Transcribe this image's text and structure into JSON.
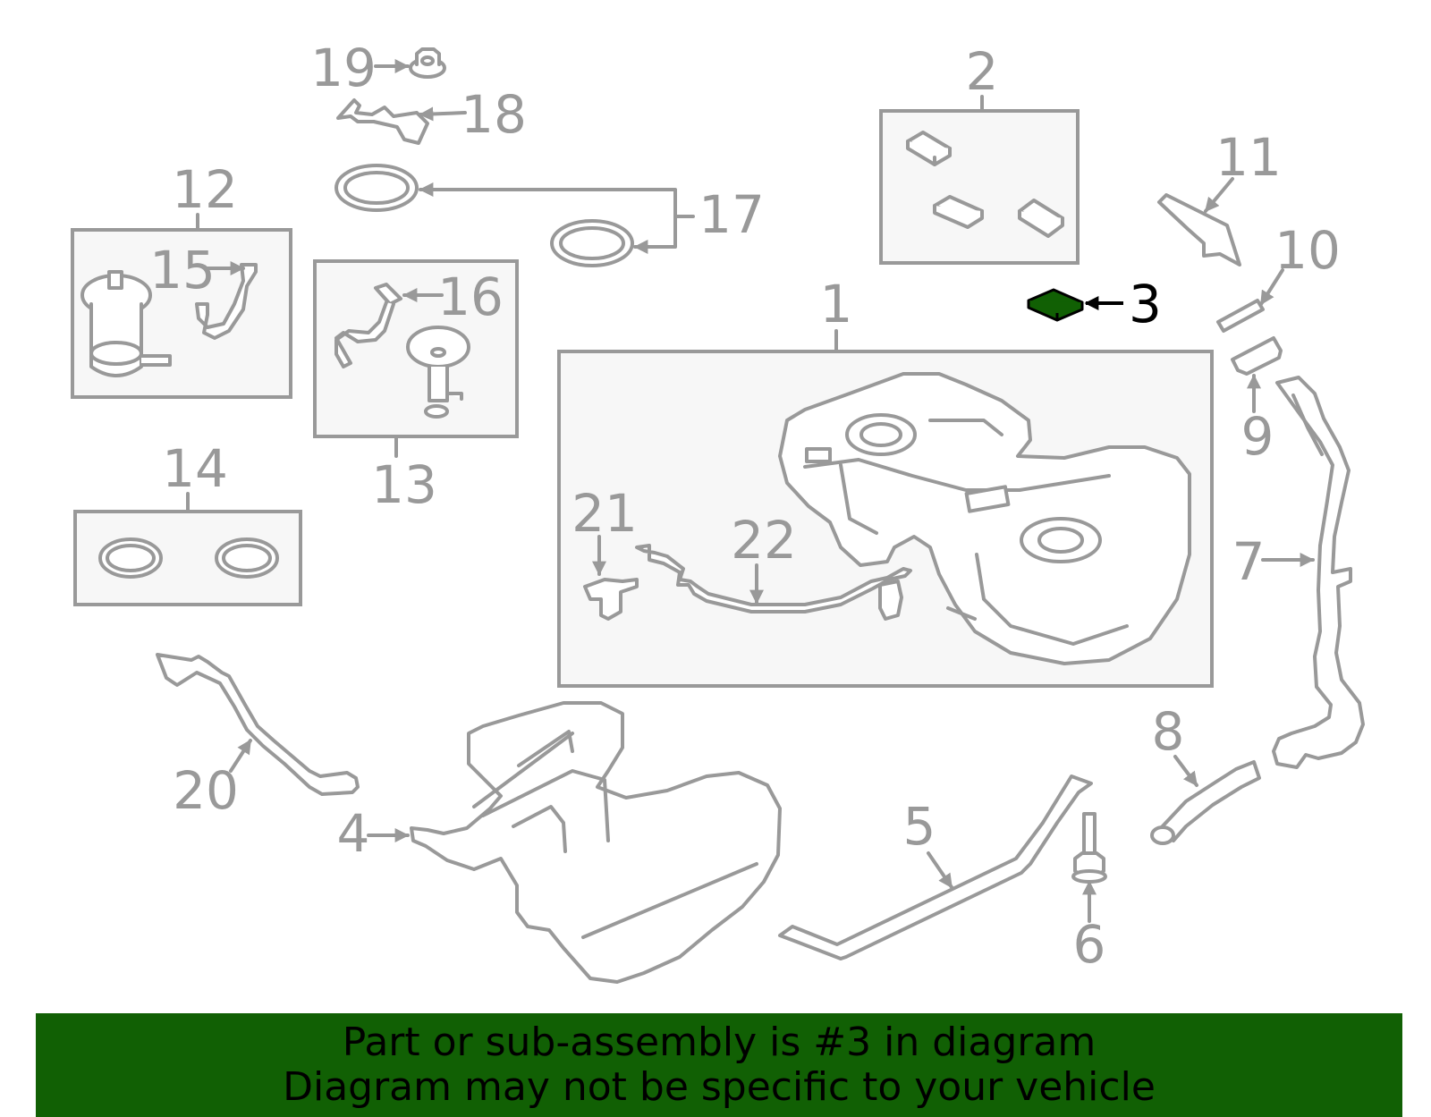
{
  "banner": {
    "line1": "Part or sub-assembly is #3 in diagram",
    "line2": "Diagram may not be specific to your vehicle"
  },
  "highlight_part": "3",
  "colors": {
    "line": "#999999",
    "highlight": "#116004",
    "banner_bg": "#116004",
    "box_fill": "#f7f7f7"
  },
  "callouts": {
    "c1": "1",
    "c2": "2",
    "c3": "3",
    "c4": "4",
    "c5": "5",
    "c6": "6",
    "c7": "7",
    "c8": "8",
    "c9": "9",
    "c10": "10",
    "c11": "11",
    "c12": "12",
    "c13": "13",
    "c14": "14",
    "c15": "15",
    "c16": "16",
    "c17": "17",
    "c18": "18",
    "c19": "19",
    "c20": "20",
    "c21": "21",
    "c22": "22"
  }
}
